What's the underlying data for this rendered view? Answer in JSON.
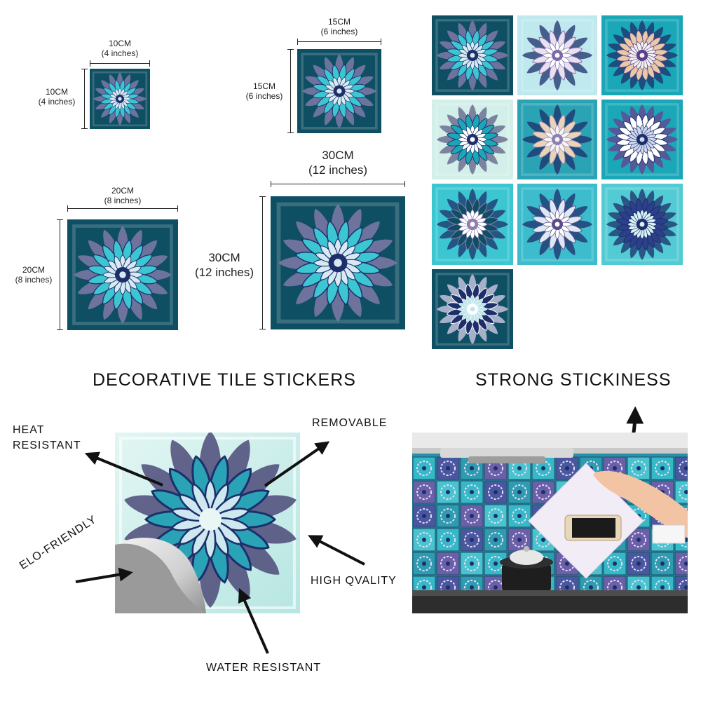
{
  "sizes": [
    {
      "id": "s10",
      "width": "10CM",
      "width_in": "(4 inches)",
      "height": "10CM",
      "height_in": "(4 inches)"
    },
    {
      "id": "s15",
      "width": "15CM",
      "width_in": "(6 inches)",
      "height": "15CM",
      "height_in": "(6 inches)"
    },
    {
      "id": "s20",
      "width": "20CM",
      "width_in": "(8 inches)",
      "height": "20CM",
      "height_in": "(8 inches)"
    },
    {
      "id": "s30",
      "width": "30CM",
      "width_in": "(12 inches)",
      "height": "30CM",
      "height_in": "(12 inches)"
    }
  ],
  "headings": {
    "left": "DECORATIVE TILE STICKERS",
    "right": "STRONG STICKINESS"
  },
  "features": {
    "heat_line1": "HEAT",
    "heat_line2": "RESISTANT",
    "removable": "REMOVABLE",
    "eco": "ELO-FRIENDLY",
    "quality": "HIGH QVALITY",
    "water": "WATER RESISTANT"
  },
  "colors": {
    "deep_teal": "#0e4f63",
    "teal": "#1aa7b8",
    "aqua": "#3cc6d2",
    "navy": "#1d2f6b",
    "lavender": "#8e7fb0",
    "mint": "#cfeeea"
  },
  "icons": [
    "arrow-icon",
    "mandala-icon",
    "phone-icon"
  ]
}
